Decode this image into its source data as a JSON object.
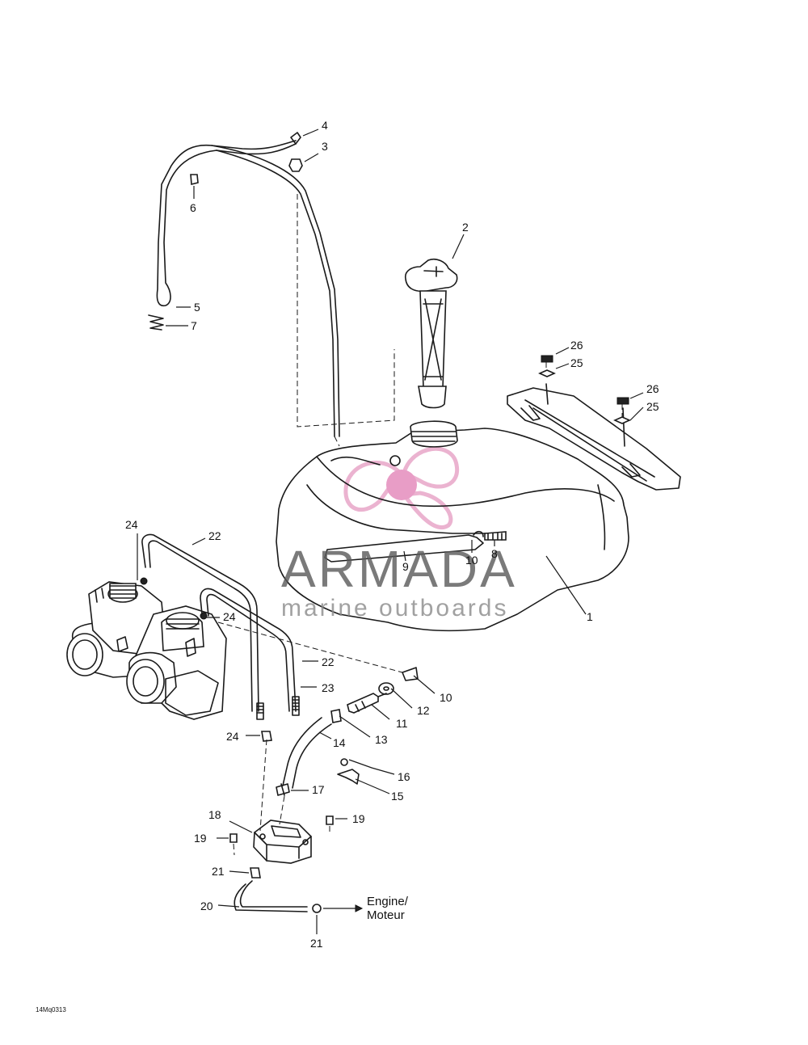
{
  "callouts": [
    {
      "id": "c1",
      "label": "1"
    },
    {
      "id": "c2",
      "label": "2"
    },
    {
      "id": "c3",
      "label": "3"
    },
    {
      "id": "c4",
      "label": "4"
    },
    {
      "id": "c5",
      "label": "5"
    },
    {
      "id": "c6",
      "label": "6"
    },
    {
      "id": "c7",
      "label": "7"
    },
    {
      "id": "c8",
      "label": "8"
    },
    {
      "id": "c9",
      "label": "9"
    },
    {
      "id": "c10a",
      "label": "10"
    },
    {
      "id": "c10b",
      "label": "10"
    },
    {
      "id": "c11",
      "label": "11"
    },
    {
      "id": "c12",
      "label": "12"
    },
    {
      "id": "c13",
      "label": "13"
    },
    {
      "id": "c14",
      "label": "14"
    },
    {
      "id": "c15",
      "label": "15"
    },
    {
      "id": "c16",
      "label": "16"
    },
    {
      "id": "c17",
      "label": "17"
    },
    {
      "id": "c18",
      "label": "18"
    },
    {
      "id": "c19a",
      "label": "19"
    },
    {
      "id": "c19b",
      "label": "19"
    },
    {
      "id": "c20",
      "label": "20"
    },
    {
      "id": "c21a",
      "label": "21"
    },
    {
      "id": "c21b",
      "label": "21"
    },
    {
      "id": "c22a",
      "label": "22"
    },
    {
      "id": "c22b",
      "label": "22"
    },
    {
      "id": "c23",
      "label": "23"
    },
    {
      "id": "c24a",
      "label": "24"
    },
    {
      "id": "c24b",
      "label": "24"
    },
    {
      "id": "c24c",
      "label": "24"
    },
    {
      "id": "c25a",
      "label": "25"
    },
    {
      "id": "c25b",
      "label": "25"
    },
    {
      "id": "c26a",
      "label": "26"
    },
    {
      "id": "c26b",
      "label": "26"
    }
  ],
  "engine_label": {
    "line1": "Engine/",
    "line2": "Moteur"
  },
  "reference_code": "14Mq0313",
  "watermark": {
    "name": "ARMADA",
    "tagline": "marine outboards",
    "color": "#e8a6c8"
  }
}
